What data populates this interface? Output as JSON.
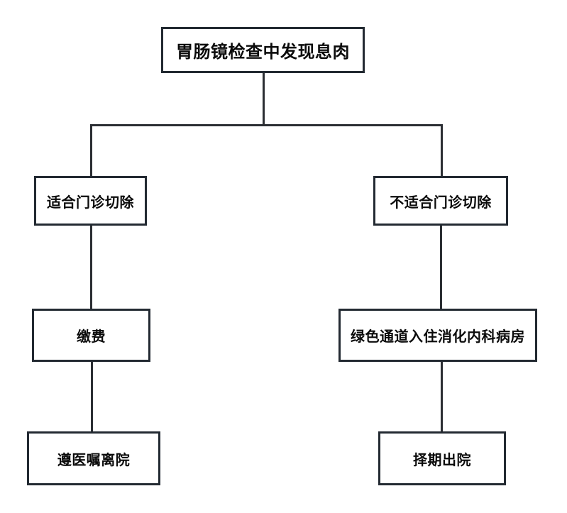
{
  "diagram": {
    "type": "flowchart",
    "background_color": "#ffffff",
    "node_border_color": "#232a32",
    "edge_color": "#2b2e33",
    "text_color": "#0b0b0b",
    "nodes": {
      "root": {
        "id": "root",
        "label": "胃肠镜检查中发现息肉"
      },
      "left1": {
        "id": "left1",
        "label": "适合门诊切除"
      },
      "right1": {
        "id": "right1",
        "label": "不适合门诊切除"
      },
      "left2": {
        "id": "left2",
        "label": "缴费"
      },
      "right2": {
        "id": "right2",
        "label": "绿色通道入住消化内科病房"
      },
      "left3": {
        "id": "left3",
        "label": "遵医嘱离院"
      },
      "right3": {
        "id": "right3",
        "label": "择期出院"
      }
    },
    "edges": [
      {
        "from": "root",
        "to": "left1"
      },
      {
        "from": "root",
        "to": "right1"
      },
      {
        "from": "left1",
        "to": "left2"
      },
      {
        "from": "left2",
        "to": "left3"
      },
      {
        "from": "right1",
        "to": "right2"
      },
      {
        "from": "right2",
        "to": "right3"
      }
    ]
  }
}
